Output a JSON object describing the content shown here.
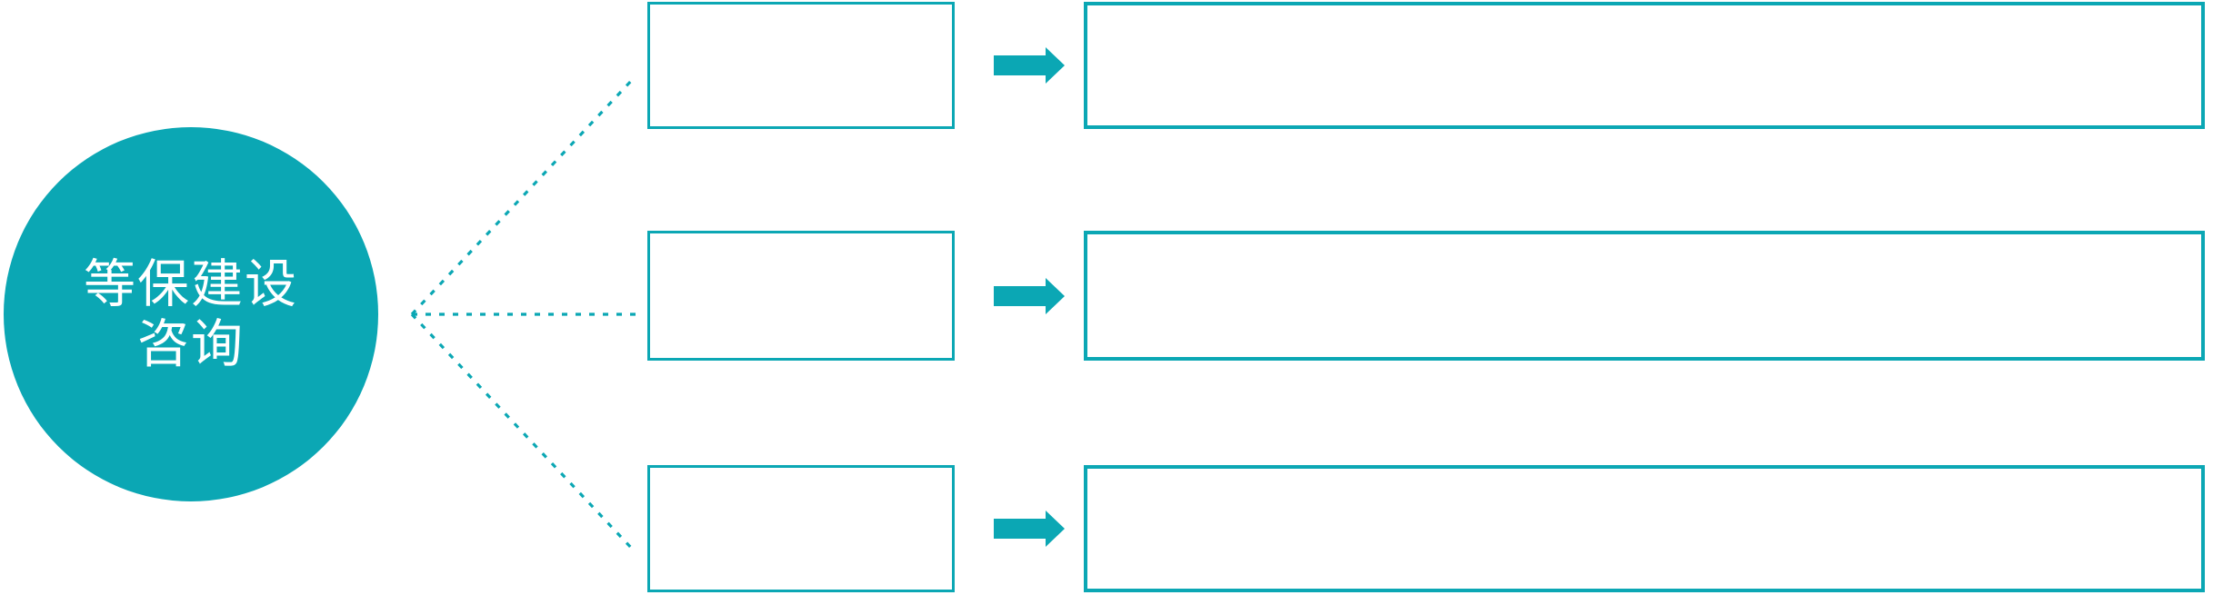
{
  "diagram": {
    "circle": {
      "lines": [
        "等保建设",
        "咨询"
      ]
    },
    "rows": [
      {
        "small_box_label": "",
        "large_box_label": ""
      },
      {
        "small_box_label": "",
        "large_box_label": ""
      },
      {
        "small_box_label": "",
        "large_box_label": ""
      }
    ],
    "colors": {
      "accent_teal": "#0ba7b4",
      "background": "#ffffff",
      "circle_text": "#ffffff"
    },
    "icons": {
      "arrow": "right-block-arrow-icon",
      "connector": "dashed-fan-lines"
    }
  }
}
